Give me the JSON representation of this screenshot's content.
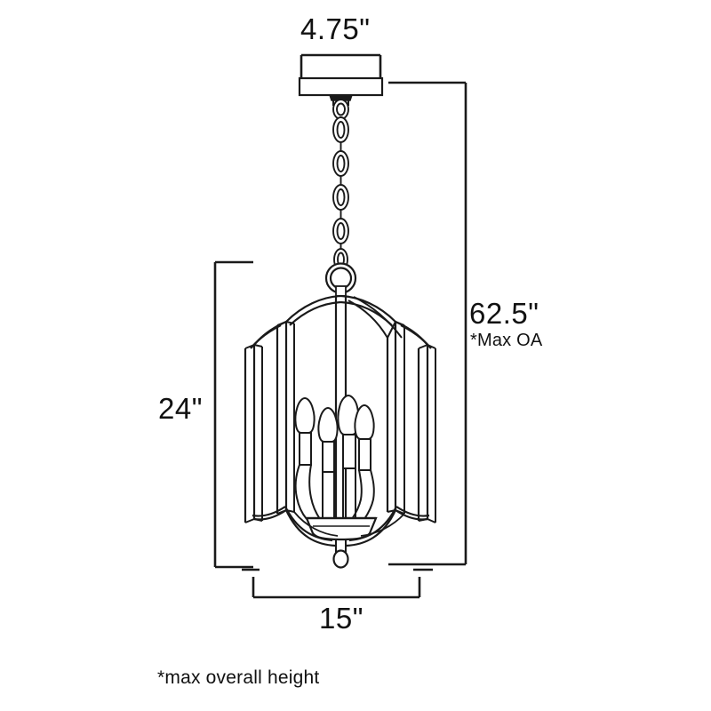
{
  "drawing": {
    "title": "pendant-lantern-dimension-drawing",
    "product_type": "4-light cage pendant lantern",
    "line_color": "#1a1a1a",
    "fill_color": "#ffffff",
    "background_color": "#ffffff"
  },
  "dimensions": {
    "canopy_width": {
      "value": "4.75\"",
      "position": "top",
      "describes": "canopy width"
    },
    "overall_height": {
      "value": "62.5\"",
      "note": "*Max OA",
      "position": "right",
      "describes": "maximum overall height"
    },
    "body_height": {
      "value": "24\"",
      "position": "left",
      "describes": "lantern body height"
    },
    "body_width": {
      "value": "15\"",
      "position": "bottom",
      "describes": "lantern body width"
    }
  },
  "footnote": {
    "text": "*max overall height"
  },
  "components": {
    "canopy": "canopy-plate",
    "chain": "suspension-chain",
    "chain_links": 6,
    "ring": "hanger-ring",
    "cage": "open-frame-cage",
    "bulbs": 4,
    "bulb_type": "candle",
    "finial": "bottom-finial"
  }
}
